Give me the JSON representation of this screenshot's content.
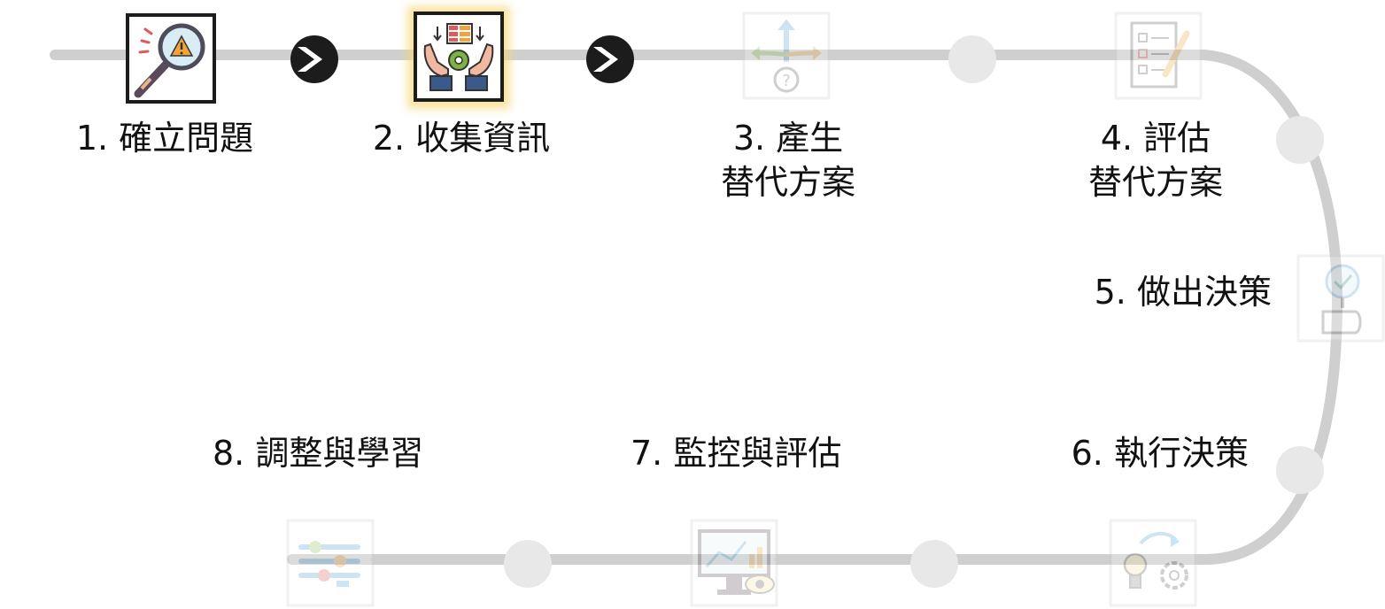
{
  "steps": [
    {
      "num": "1.",
      "line1": "確立問題",
      "line2": "",
      "status": "done",
      "icon": "magnifier-warning-icon"
    },
    {
      "num": "2.",
      "line1": "收集資訊",
      "line2": "",
      "status": "active",
      "icon": "hands-data-gear-icon"
    },
    {
      "num": "3.",
      "line1": "產生",
      "line2": "替代方案",
      "status": "pending",
      "icon": "branching-arrows-question-icon"
    },
    {
      "num": "4.",
      "line1": "評估",
      "line2": "替代方案",
      "status": "pending",
      "icon": "checklist-pencil-icon"
    },
    {
      "num": "5.",
      "line1": "做出決策",
      "line2": "",
      "status": "pending",
      "icon": "hand-check-icon"
    },
    {
      "num": "6.",
      "line1": "執行決策",
      "line2": "",
      "status": "pending",
      "icon": "idea-gear-icon"
    },
    {
      "num": "7.",
      "line1": "監控與評估",
      "line2": "",
      "status": "pending",
      "icon": "monitor-chart-eye-icon"
    },
    {
      "num": "8.",
      "line1": "調整與學習",
      "line2": "",
      "status": "pending",
      "icon": "sliders-adjust-icon"
    }
  ],
  "colors": {
    "track": "#cfcfcf",
    "connector_done": "#1c1c1c",
    "connector_pending": "#e8e8e8",
    "active_glow": "#f7d774",
    "text": "#111111",
    "faded": "#dcdcdc"
  }
}
